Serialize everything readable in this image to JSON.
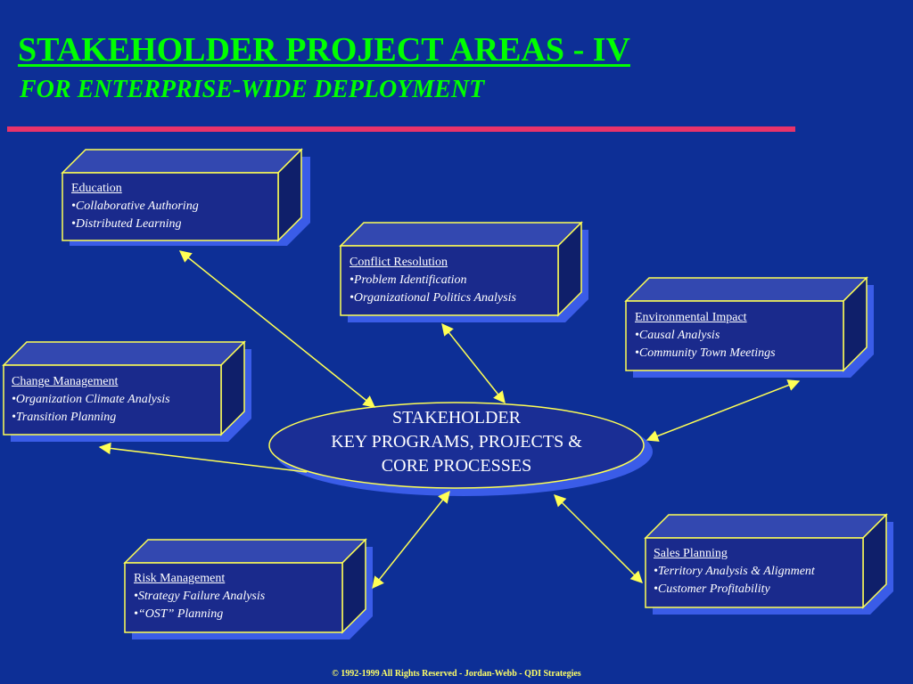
{
  "title": "STAKEHOLDER PROJECT AREAS - IV",
  "subtitle": "FOR ENTERPRISE-WIDE DEPLOYMENT",
  "center": {
    "line1": "STAKEHOLDER",
    "line2": "KEY PROGRAMS, PROJECTS &",
    "line3": "CORE PROCESSES"
  },
  "boxes": {
    "education": {
      "heading": "Education",
      "items": [
        "•Collaborative Authoring",
        "•Distributed Learning"
      ]
    },
    "conflict_resolution": {
      "heading": "Conflict Resolution",
      "items": [
        "•Problem Identification",
        "•Organizational Politics Analysis"
      ]
    },
    "environmental_impact": {
      "heading": "Environmental Impact",
      "items": [
        "•Causal Analysis",
        "•Community Town Meetings"
      ]
    },
    "change_management": {
      "heading": "Change Management",
      "items": [
        "•Organization Climate Analysis",
        "•Transition Planning"
      ]
    },
    "risk_management": {
      "heading": "Risk Management",
      "items": [
        "•Strategy Failure Analysis",
        "•“OST” Planning"
      ]
    },
    "sales_planning": {
      "heading": "Sales Planning",
      "items": [
        "•Territory Analysis & Alignment",
        "•Customer Profitability"
      ]
    }
  },
  "footer": "© 1992-1999 All Rights Reserved - Jordan-Webb - QDI Strategies",
  "colors": {
    "background": "#0D2F96",
    "title": "#00FF00",
    "rule": "#E8336A",
    "box_face": "#1A2A8C",
    "box_top": "#3348B0",
    "box_side": "#0F1F6A",
    "box_shadow": "#3A5CE8",
    "border": "#FFFF55",
    "arrow": "#FFFF55",
    "footer": "#FFFF66"
  }
}
